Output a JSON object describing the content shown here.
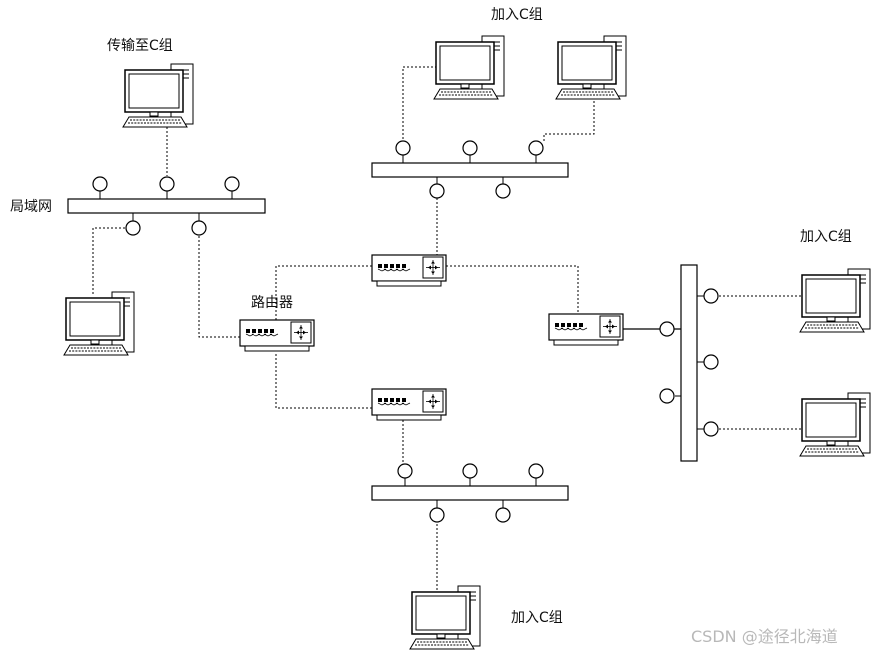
{
  "labels": {
    "top_group": "加入C组",
    "transfer_group": "传输至C组",
    "lan": "局域网",
    "router": "路由器",
    "right_group": "加入C组",
    "bottom_group": "加入C组"
  },
  "watermark": "CSDN @途径北海道",
  "colors": {
    "line": "#000000",
    "fill": "#ffffff",
    "watermark": "#b8b8b8"
  },
  "icons": {
    "computer": "desktop-computer-icon",
    "router": "router-icon",
    "bus": "network-bus-bar",
    "port": "port-circle"
  }
}
